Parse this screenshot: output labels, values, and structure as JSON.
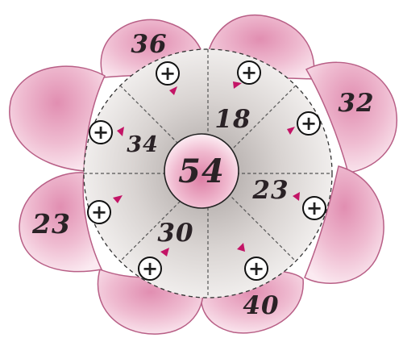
{
  "colors": {
    "petal_light": "#f8e3ec",
    "petal_dark": "#e595b6",
    "wheel_light": "#f4f2f1",
    "wheel_dark": "#bdb6b4",
    "center_light": "#fbe2ec",
    "center_dark": "#e48cae",
    "arrow": "#c31466",
    "ink": "#2a2226"
  },
  "puzzle": {
    "center_number": "54",
    "petal_numbers": {
      "top_left": "36",
      "right_upper": "32",
      "left": "23",
      "bottom_right": "40"
    },
    "sector_numbers": {
      "upper_right": "18",
      "left_upper": "34",
      "right": "23",
      "lower_left": "30"
    },
    "plus_symbol": "+"
  }
}
